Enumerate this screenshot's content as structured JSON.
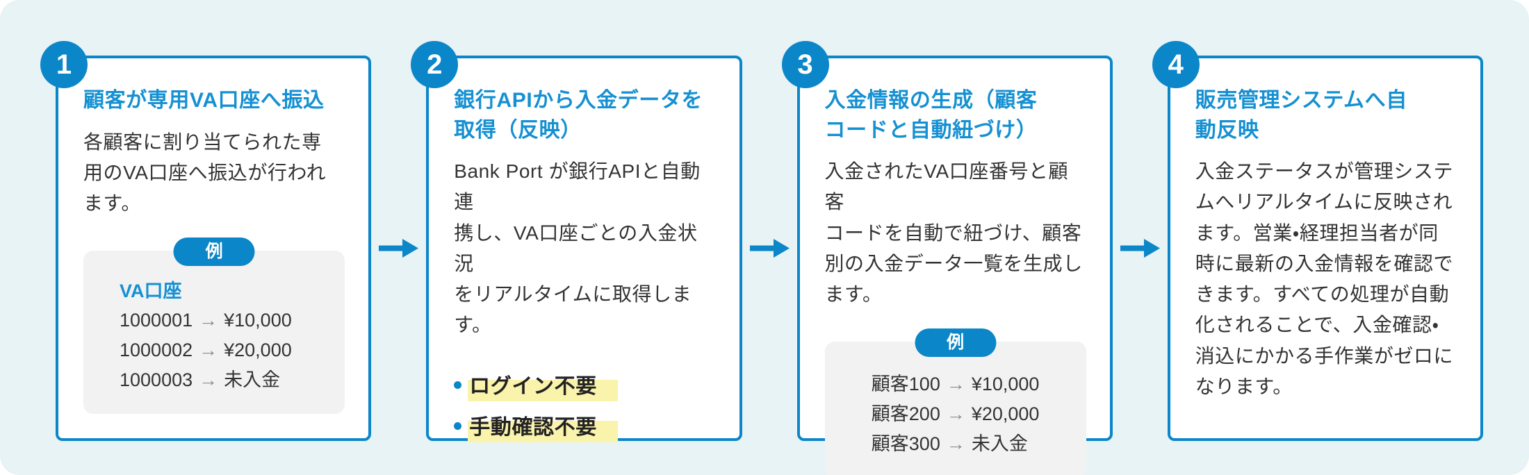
{
  "ui": {
    "arrow_glyph": "→"
  },
  "colors": {
    "accent_blue": "#0b86c9",
    "title_blue": "#1590d2",
    "canvas_bg": "#e7f3f5",
    "card_bg": "#ffffff",
    "example_box_bg": "#f2f2f2",
    "highlight_yellow": "#f9f3ab",
    "body_text": "#333333",
    "row_arrow_gray": "#8c8c8c"
  },
  "steps": [
    {
      "number": "1",
      "title": "顧客が専用VA口座へ振込",
      "body": "各顧客に割り当てられた専\n用のVA口座へ振込が行われ\nます。",
      "example": {
        "label": "例",
        "header": "VA口座",
        "rows": [
          {
            "from": "1000001",
            "to": "¥10,000"
          },
          {
            "from": "1000002",
            "to": "¥20,000"
          },
          {
            "from": "1000003",
            "to": "未入金"
          }
        ]
      }
    },
    {
      "number": "2",
      "title": "銀行APIから入金データを\n取得（反映）",
      "body": "Bank Port が銀行APIと自動連\n携し、VA口座ごとの入金状況\nをリアルタイムに取得しま\nす。",
      "bullets": [
        "ログイン不要",
        "手動確認不要"
      ]
    },
    {
      "number": "3",
      "title": "入金情報の生成（顧客\nコードと自動紐づけ）",
      "body": "入金されたVA口座番号と顧客\nコードを自動で紐づけ、顧客\n別の入金データ一覧を生成し\nます。",
      "example": {
        "label": "例",
        "rows": [
          {
            "from": "顧客100",
            "to": "¥10,000"
          },
          {
            "from": "顧客200",
            "to": "¥20,000"
          },
          {
            "from": "顧客300",
            "to": "未入金"
          }
        ]
      }
    },
    {
      "number": "4",
      "title": "販売管理システムへ自\n動反映",
      "body": "入金ステータスが管理システ\nムへリアルタイムに反映され\nます。営業・経理担当者が同\n時に最新の入金情報を確認で\nきます。すべての処理が自動\n化されることで、入金確認・\n消込にかかる手作業がゼロに\nなります。"
    }
  ]
}
